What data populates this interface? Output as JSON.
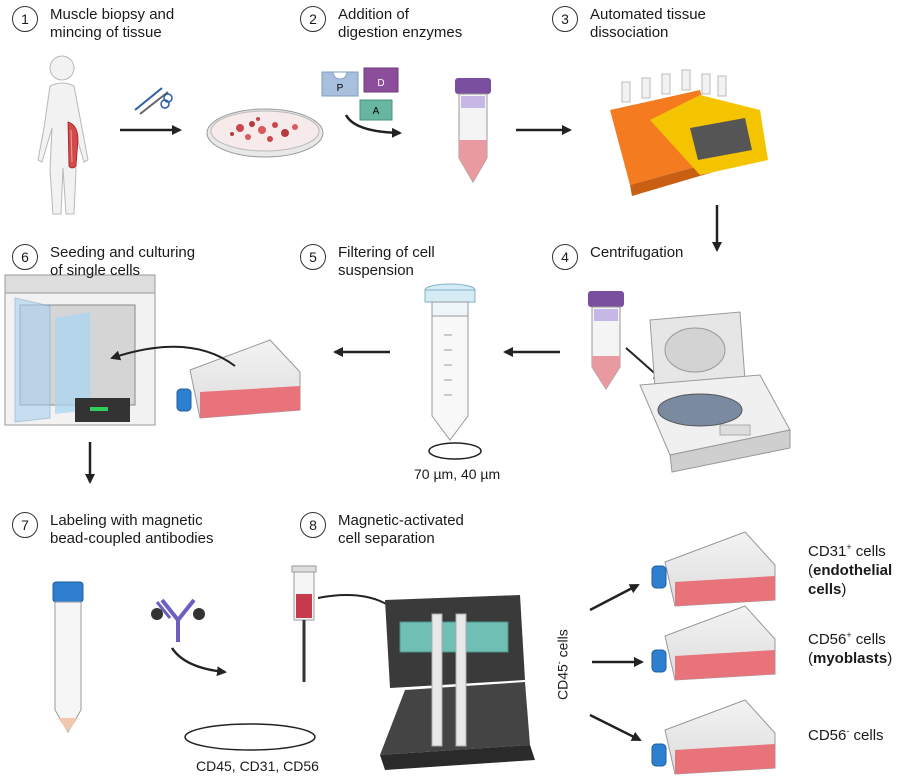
{
  "steps": [
    {
      "num": "1",
      "label": "Muscle biopsy and\nmincing of tissue"
    },
    {
      "num": "2",
      "label": "Addition of\ndigestion enzymes"
    },
    {
      "num": "3",
      "label": "Automated tissue\ndissociation"
    },
    {
      "num": "4",
      "label": "Centrifugation"
    },
    {
      "num": "5",
      "label": "Filtering of cell\nsuspension"
    },
    {
      "num": "6",
      "label": "Seeding and culturing\nof single cells"
    },
    {
      "num": "7",
      "label": "Labeling with magnetic\nbead-coupled antibodies"
    },
    {
      "num": "8",
      "label": "Magnetic-activated\ncell separation"
    }
  ],
  "enzymes": {
    "p": "P",
    "d": "D",
    "a": "A"
  },
  "filter_sizes": "70 µm, 40 µm",
  "antibodies": "CD45, CD31, CD56",
  "cd45_label": {
    "base": "CD45",
    "sup": "-",
    "suffix": " cells"
  },
  "results": [
    {
      "base": "CD31",
      "sup": "+",
      "suffix": " cells",
      "bold": "endothelial cells"
    },
    {
      "base": "CD56",
      "sup": "+",
      "suffix": " cells",
      "bold": "myoblasts"
    },
    {
      "base": "CD56",
      "sup": "-",
      "suffix": " cells",
      "bold": ""
    }
  ],
  "colors": {
    "accent": "#333333",
    "medium": "#e8737a",
    "purple": "#7a4f9a",
    "blue": "#2f7fd1",
    "teal": "#6fbfb4",
    "orange": "#f47b20",
    "yellow": "#f5c400"
  }
}
